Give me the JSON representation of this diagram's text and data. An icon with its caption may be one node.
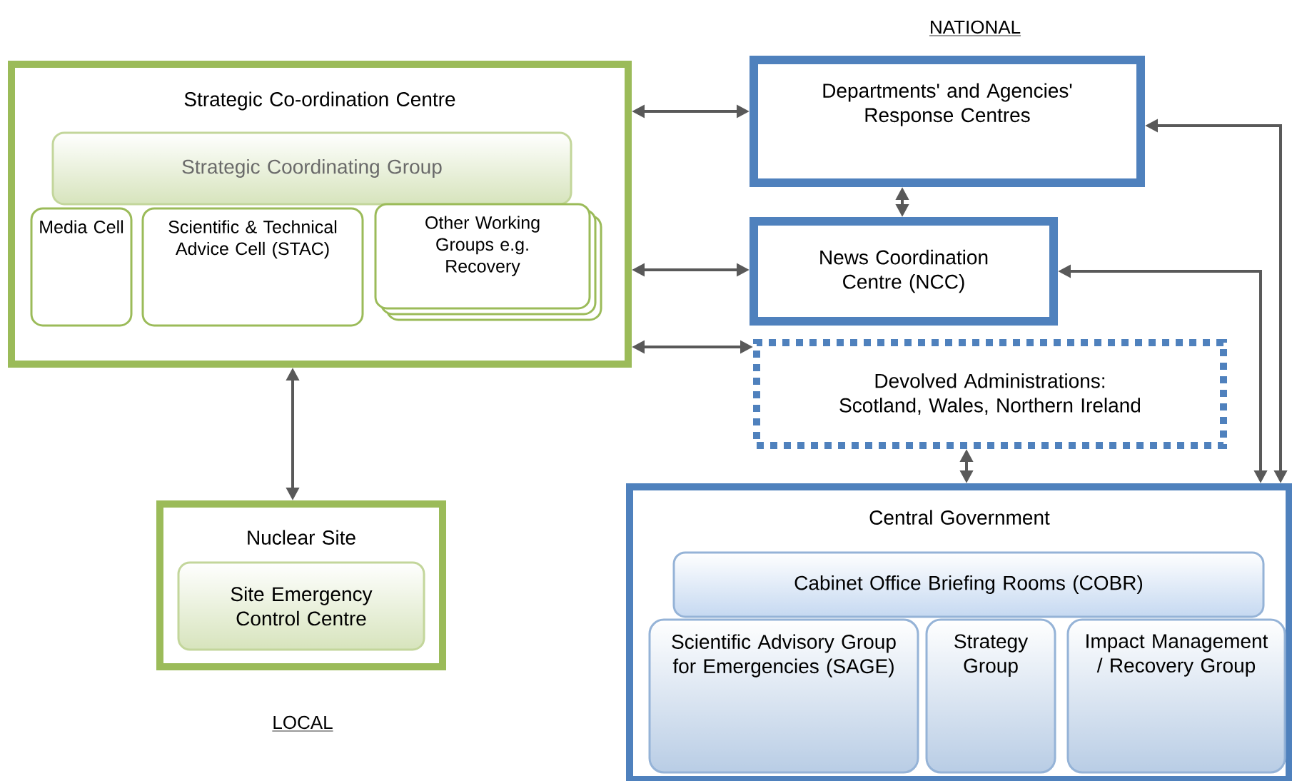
{
  "diagram": {
    "nodes": [
      {
        "text": [
          "Strategic Co-ordination Centre"
        ]
      },
      {
        "text": [
          "Strategic Coordinating Group"
        ],
        "in": 0
      },
      {
        "text": [
          "Media Cell"
        ],
        "in": 0
      },
      {
        "text": [
          "Scientific & Technical Advice Cell (STAC)"
        ],
        "in": 0
      },
      {
        "text": [
          "Other Working Groups e.g. Recovery"
        ],
        "in": 0
      },
      {
        "text": [
          "Nuclear Site"
        ]
      },
      {
        "text": [
          "Site Emergency Control Centre"
        ],
        "in": 5
      },
      {
        "text": [
          "Departments' and Agencies' Response Centres"
        ]
      },
      {
        "text": [
          "News Coordination Centre (NCC)"
        ]
      },
      {
        "text": [
          "Devolved Administrations: Scotland, Wales, Northern Ireland"
        ]
      },
      {
        "text": [
          "Central Government"
        ]
      },
      {
        "text": [
          "Cabinet Office Briefing Rooms (COBR)"
        ],
        "in": 10
      },
      {
        "text": [
          "Scientific Advisory Group for Emergencies (SAGE)"
        ],
        "in": 10
      },
      {
        "text": [
          "Strategy Group"
        ],
        "in": 10
      },
      {
        "text": [
          "Impact Management / Recovery Group"
        ],
        "in": 10
      }
    ],
    "edges": [
      {
        "from": 0,
        "to": 7,
        "arrow": "both"
      },
      {
        "from": 0,
        "to": 8,
        "arrow": "both"
      },
      {
        "from": 0,
        "to": 9,
        "arrow": "both"
      },
      {
        "from": 0,
        "to": 5,
        "arrow": "both"
      },
      {
        "from": 7,
        "to": 8,
        "arrow": "both"
      },
      {
        "from": 9,
        "to": 10,
        "arrow": "both"
      },
      {
        "from": 7,
        "to": 10,
        "arrow": "both"
      },
      {
        "from": 8,
        "to": 10,
        "arrow": "both"
      }
    ],
    "labels": [
      "NATIONAL",
      "LOCAL"
    ]
  }
}
